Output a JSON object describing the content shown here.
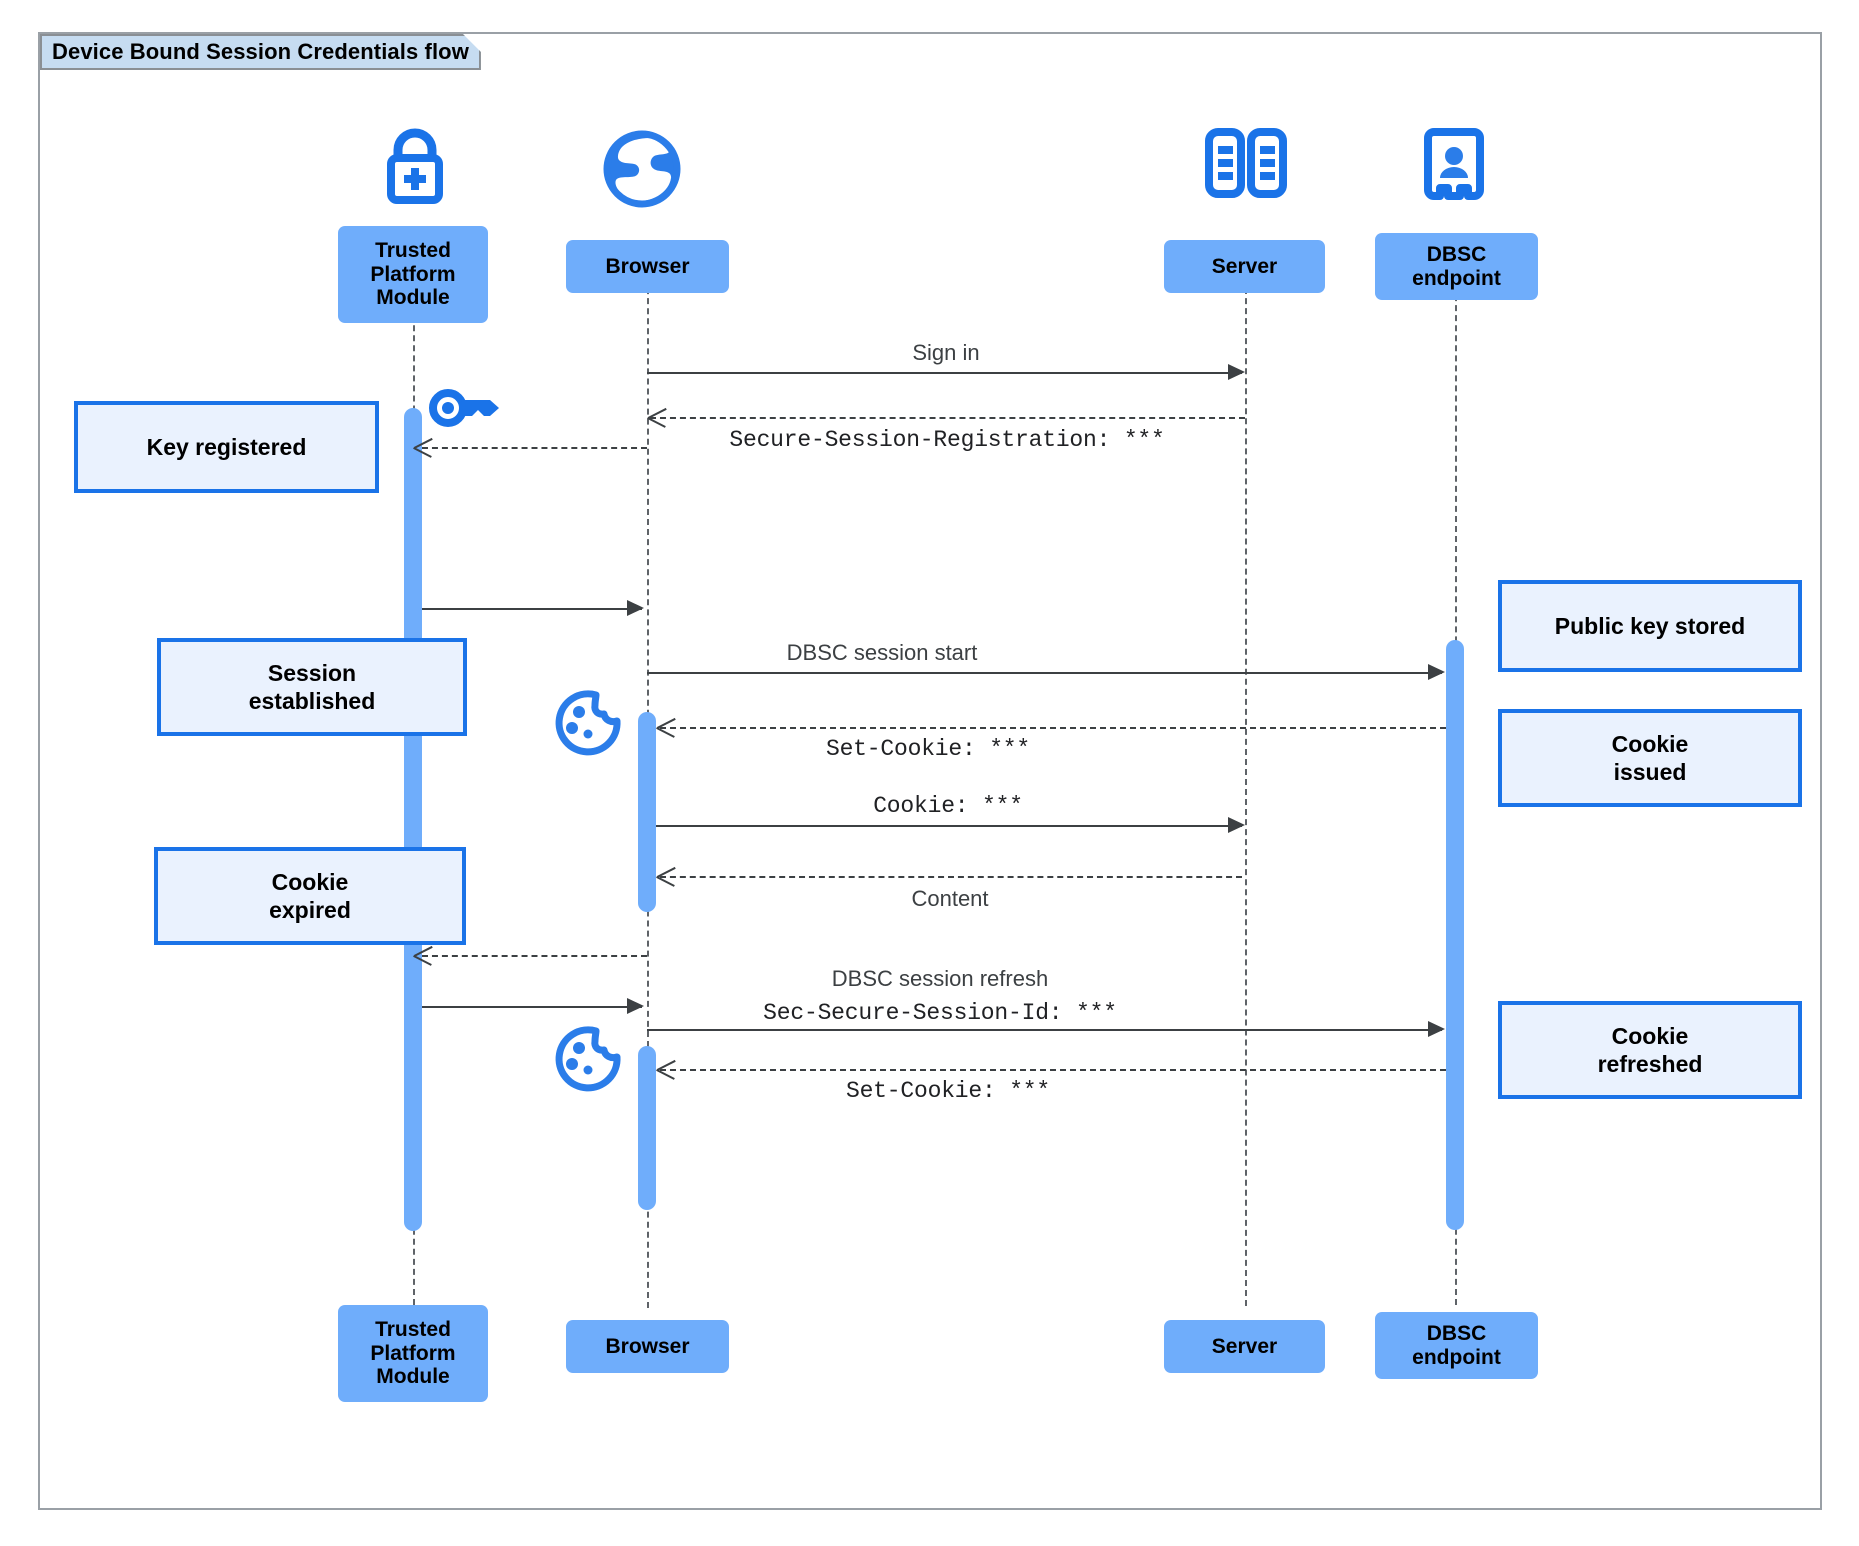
{
  "diagram": {
    "title": "Device Bound Session Credentials flow",
    "type": "sequence-diagram",
    "colors": {
      "participant_fill": "#6fadfb",
      "note_fill": "#eaf2fe",
      "note_border": "#1a73e8",
      "icon_blue": "#1a73e8",
      "title_tab_fill": "#c6dcf1",
      "frame_border": "#9aa0a6",
      "line": "#3c4043"
    }
  },
  "participants": [
    {
      "id": "tpm",
      "label": "Trusted\nPlatform\nModule",
      "label_lines": [
        "Trusted",
        "Platform",
        "Module"
      ],
      "icon": "lock-plus-icon"
    },
    {
      "id": "browser",
      "label": "Browser",
      "label_lines": [
        "Browser"
      ],
      "icon": "globe-icon"
    },
    {
      "id": "server",
      "label": "Server",
      "label_lines": [
        "Server"
      ],
      "icon": "server-rack-icon"
    },
    {
      "id": "dbsc",
      "label": "DBSC endpoint",
      "label_lines": [
        "DBSC",
        "endpoint"
      ],
      "icon": "id-badge-icon"
    }
  ],
  "messages": [
    {
      "id": "m1",
      "from": "browser",
      "to": "server",
      "label": "Sign in",
      "style": "solid",
      "mono": false
    },
    {
      "id": "m2",
      "from": "server",
      "to": "browser",
      "label": "Secure-Session-Registration: ***",
      "style": "dashed",
      "mono": true
    },
    {
      "id": "m3",
      "from": "server",
      "to": "tpm",
      "label": "",
      "style": "dashed",
      "mono": false
    },
    {
      "id": "m4",
      "from": "tpm",
      "to": "browser",
      "label": "",
      "style": "solid",
      "mono": false
    },
    {
      "id": "m5",
      "from": "browser",
      "to": "dbsc",
      "label": "DBSC session start",
      "style": "solid",
      "mono": false
    },
    {
      "id": "m6",
      "from": "dbsc",
      "to": "browser",
      "label": "Set-Cookie: ***",
      "style": "dashed",
      "mono": true
    },
    {
      "id": "m7",
      "from": "browser",
      "to": "server",
      "label": "Cookie: ***",
      "style": "solid",
      "mono": true
    },
    {
      "id": "m8",
      "from": "server",
      "to": "browser",
      "label": "Content",
      "style": "dashed",
      "mono": false
    },
    {
      "id": "m9",
      "from": "browser",
      "to": "tpm",
      "label": "",
      "style": "dashed",
      "mono": false
    },
    {
      "id": "m10",
      "from": "tpm",
      "to": "browser",
      "label": "",
      "style": "solid",
      "mono": false
    },
    {
      "id": "m11",
      "from": "browser",
      "to": "dbsc",
      "label_line1": "DBSC session refresh",
      "label_line2": "Sec-Secure-Session-Id: ***",
      "style": "solid",
      "mono": false
    },
    {
      "id": "m12",
      "from": "dbsc",
      "to": "browser",
      "label": "Set-Cookie: ***",
      "style": "dashed",
      "mono": true
    }
  ],
  "notes": [
    {
      "id": "n1",
      "side": "left",
      "target": "tpm",
      "text": "Key registered",
      "lines": [
        "Key registered"
      ]
    },
    {
      "id": "n2",
      "side": "left",
      "target": "tpm",
      "text": "Session established",
      "lines": [
        "Session",
        "established"
      ]
    },
    {
      "id": "n3",
      "side": "left",
      "target": "tpm",
      "text": "Cookie expired",
      "lines": [
        "Cookie",
        "expired"
      ]
    },
    {
      "id": "n4",
      "side": "right",
      "target": "dbsc",
      "text": "Public key stored",
      "lines": [
        "Public key stored"
      ]
    },
    {
      "id": "n5",
      "side": "right",
      "target": "dbsc",
      "text": "Cookie issued",
      "lines": [
        "Cookie",
        "issued"
      ]
    },
    {
      "id": "n6",
      "side": "right",
      "target": "dbsc",
      "text": "Cookie refreshed",
      "lines": [
        "Cookie",
        "refreshed"
      ]
    }
  ],
  "inline_icons": [
    {
      "id": "i1",
      "name": "key-icon",
      "near": "tpm-lifeline"
    },
    {
      "id": "i2",
      "name": "cookie-icon",
      "near": "browser-lifeline-set-cookie"
    },
    {
      "id": "i3",
      "name": "cookie-icon",
      "near": "browser-lifeline-set-cookie-refresh"
    }
  ]
}
